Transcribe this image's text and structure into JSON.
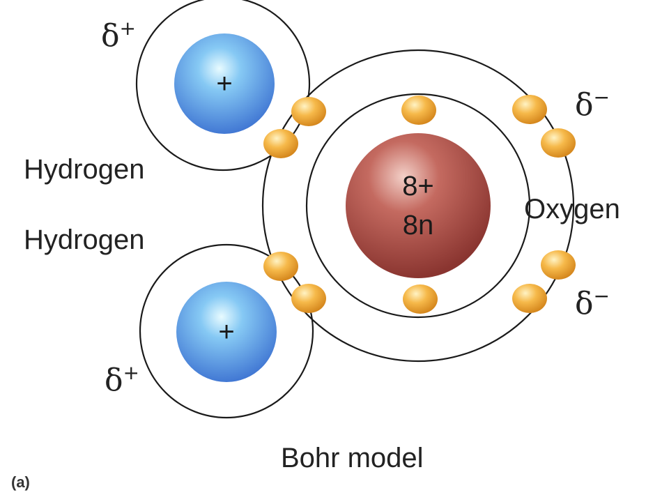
{
  "labels": {
    "hydrogen_top": "Hydrogen",
    "hydrogen_bottom": "Hydrogen",
    "oxygen": "Oxygen",
    "title": "Bohr model",
    "panel": "(a)"
  },
  "charges": {
    "partial_positive_symbol": "δ",
    "partial_positive_sign": "+",
    "partial_negative_symbol": "δ",
    "partial_negative_sign": "−"
  },
  "oxygen_nucleus": {
    "line1": "8+",
    "line2": "8n"
  },
  "hydrogen_nucleus": {
    "charge": "+"
  },
  "colors": {
    "oxygen_nucleus": "#a8453e",
    "hydrogen_nucleus": "#4a90e2",
    "electron": "#f2a93b",
    "shell": "#1a1a1a"
  }
}
